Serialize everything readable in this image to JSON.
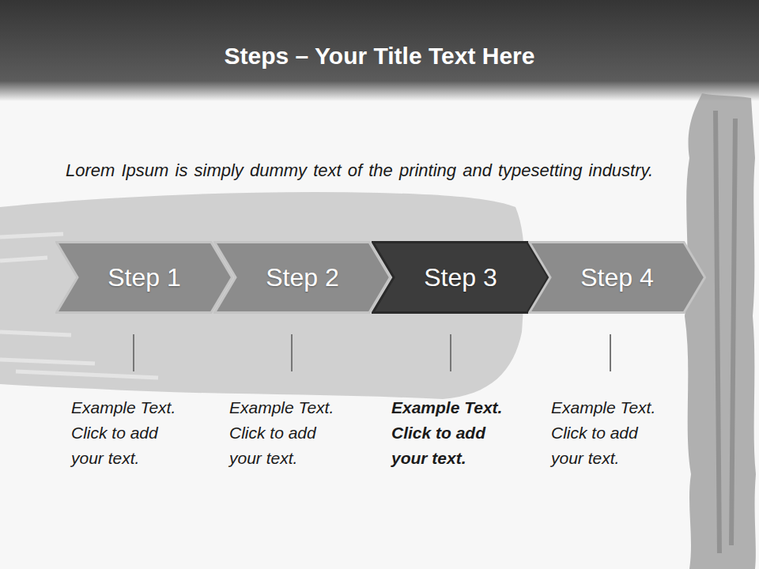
{
  "diagram": {
    "title": "Steps – Your Title Text Here",
    "nodes": [
      {
        "text": [
          "Step 1"
        ]
      },
      {
        "text": [
          "Step 2"
        ]
      },
      {
        "text": [
          "Step 3"
        ]
      },
      {
        "text": [
          "Step 4"
        ]
      }
    ],
    "labels": [
      "Lorem Ipsum is simply dummy text of the printing and typesetting industry.",
      "Example Text. Click to add your text.",
      "Example Text. Click to add your text.",
      "Example Text. Click to add your text.",
      "Example Text. Click to add your text."
    ]
  }
}
